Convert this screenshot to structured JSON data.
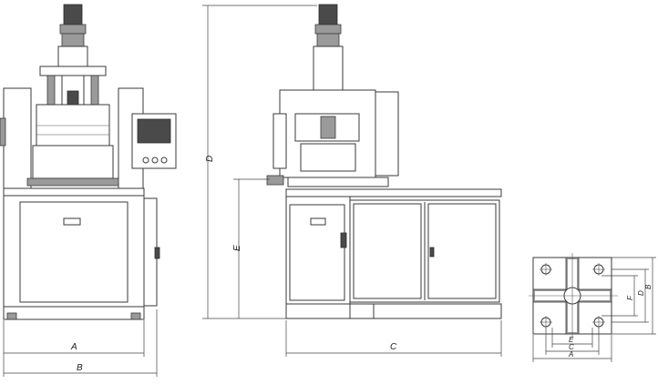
{
  "labels": {
    "front_width": "A",
    "front_total_width": "B",
    "side_width": "C",
    "total_height": "D",
    "table_height": "E",
    "base_A": "A",
    "base_B": "B",
    "base_C": "C",
    "base_D": "D",
    "base_E": "E",
    "base_F": "F"
  },
  "colors": {
    "line": "#3a3a3a",
    "gray": "#9a9a9a",
    "dark": "#4a4a4a",
    "background": "#ffffff"
  }
}
